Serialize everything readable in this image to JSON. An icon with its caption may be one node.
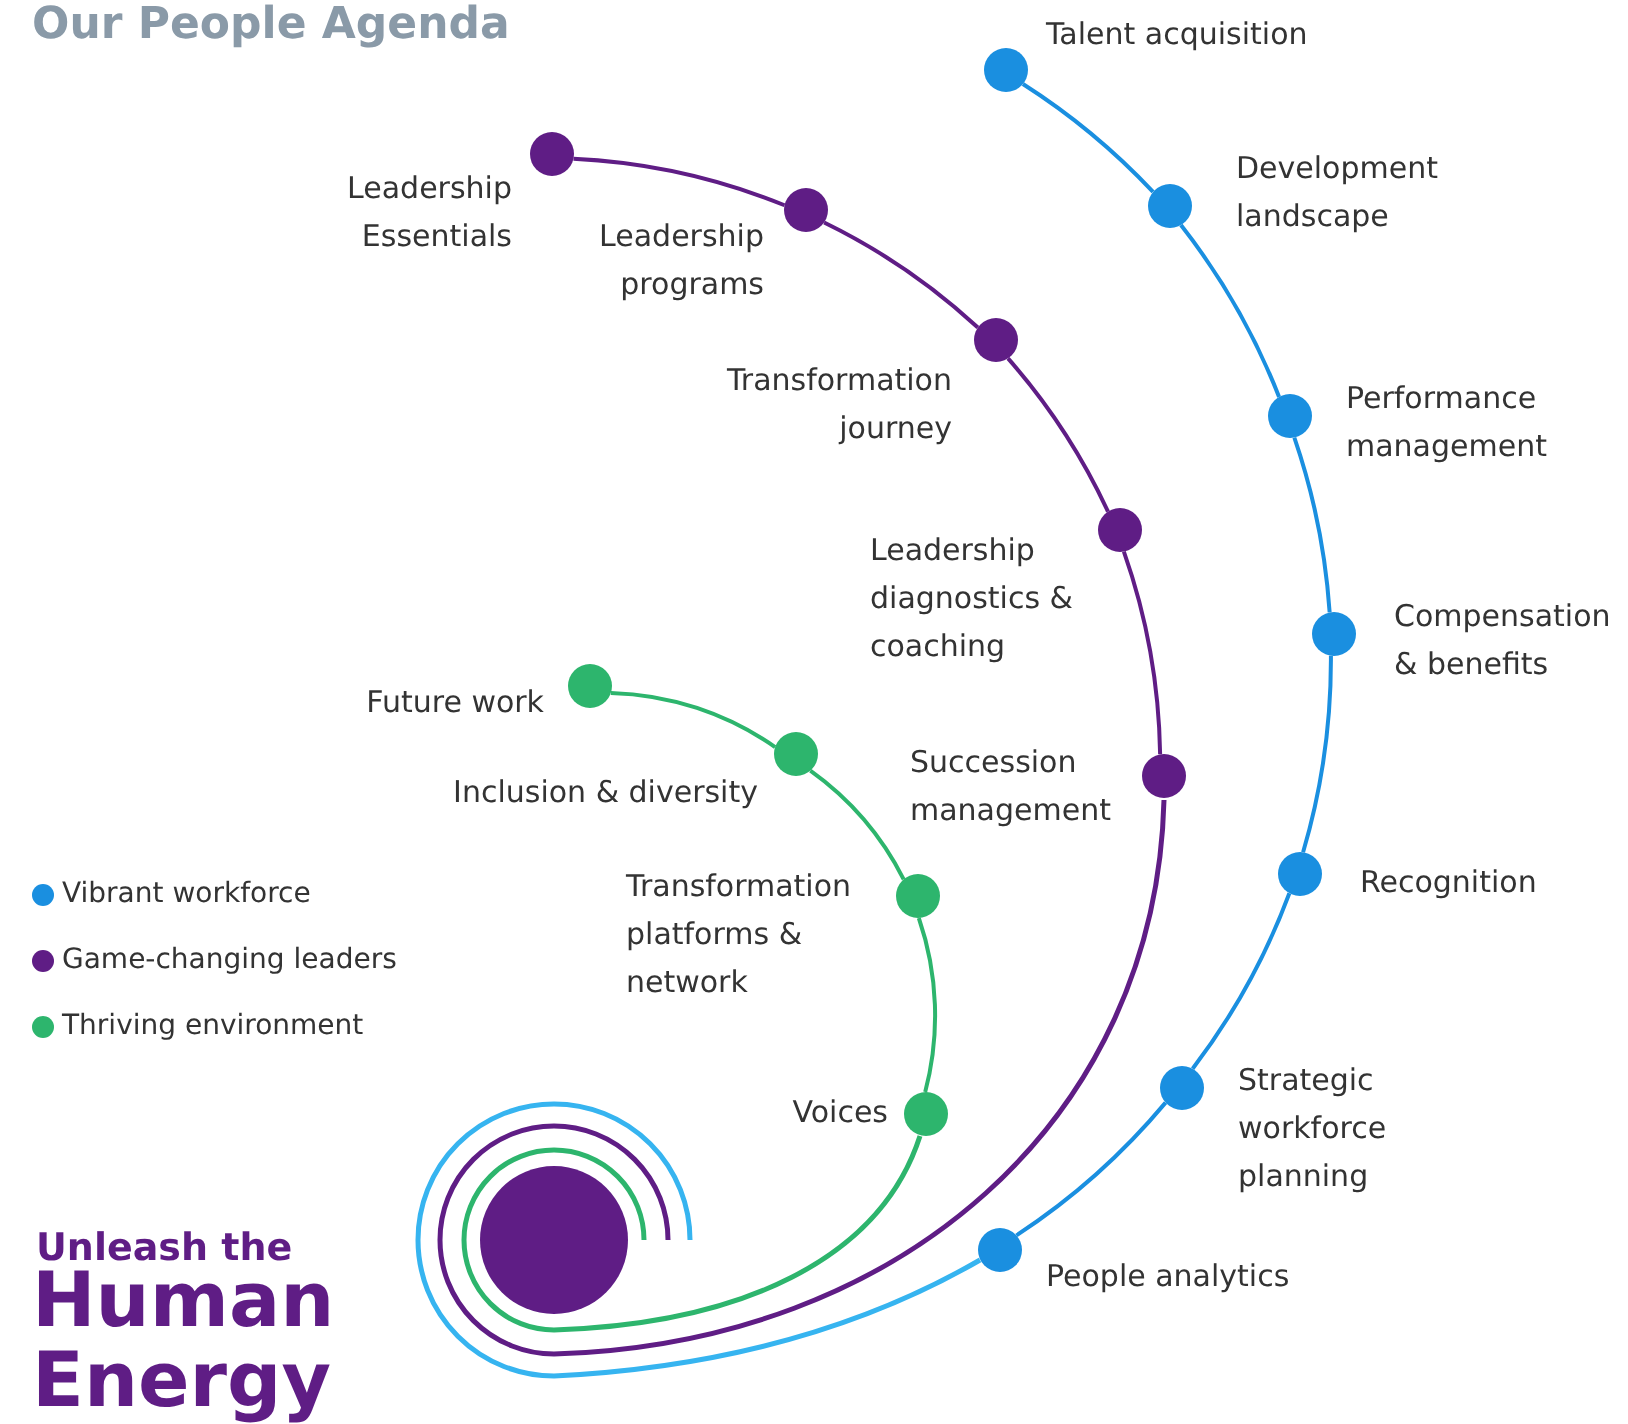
{
  "diagram": {
    "title": "Our People Agenda",
    "nodes": [
      {
        "text": [],
        "shape": "circle",
        "beside": [
          "Talent acquisition"
        ]
      },
      {
        "text": [],
        "shape": "circle",
        "beside": [
          "Development landscape"
        ]
      },
      {
        "text": [],
        "shape": "circle",
        "beside": [
          "Performance management"
        ]
      },
      {
        "text": [],
        "shape": "circle",
        "beside": [
          "Compensation & benefits"
        ]
      },
      {
        "text": [],
        "shape": "circle",
        "beside": [
          "Recognition"
        ]
      },
      {
        "text": [],
        "shape": "circle",
        "beside": [
          "Strategic workforce planning"
        ]
      },
      {
        "text": [],
        "shape": "circle",
        "beside": [
          "People analytics"
        ]
      },
      {
        "text": [],
        "shape": "circle",
        "beside": [
          "Leadership Essentials"
        ]
      },
      {
        "text": [],
        "shape": "circle",
        "beside": [
          "Leadership programs"
        ]
      },
      {
        "text": [],
        "shape": "circle",
        "beside": [
          "Transformation journey"
        ]
      },
      {
        "text": [],
        "shape": "circle",
        "beside": [
          "Leadership diagnostics & coaching"
        ]
      },
      {
        "text": [],
        "shape": "circle",
        "beside": [
          "Succession management"
        ]
      },
      {
        "text": [],
        "shape": "circle",
        "beside": [
          "Future work"
        ]
      },
      {
        "text": [],
        "shape": "circle",
        "beside": [
          "Inclusion & diversity"
        ]
      },
      {
        "text": [],
        "shape": "circle",
        "beside": [
          "Transformation platforms & network"
        ]
      },
      {
        "text": [],
        "shape": "circle",
        "beside": [
          "Voices"
        ]
      }
    ],
    "edges": [
      {
        "from": 0,
        "to": 1,
        "arrow": "none"
      },
      {
        "from": 1,
        "to": 2,
        "arrow": "none"
      },
      {
        "from": 2,
        "to": 3,
        "arrow": "none"
      },
      {
        "from": 3,
        "to": 4,
        "arrow": "none"
      },
      {
        "from": 4,
        "to": 5,
        "arrow": "none"
      },
      {
        "from": 5,
        "to": 6,
        "arrow": "none"
      },
      {
        "from": 7,
        "to": 8,
        "arrow": "none",
        "color": "#5f1d85"
      },
      {
        "from": 8,
        "to": 9,
        "arrow": "none",
        "color": "#5f1d85"
      },
      {
        "from": 9,
        "to": 10,
        "arrow": "none",
        "color": "#5f1d85"
      },
      {
        "from": 10,
        "to": 11,
        "arrow": "none",
        "color": "#5f1d85"
      },
      {
        "from": 12,
        "to": 13,
        "arrow": "none",
        "color": "#2db56d"
      },
      {
        "from": 13,
        "to": 14,
        "arrow": "none",
        "color": "#2db56d"
      },
      {
        "from": 14,
        "to": 15,
        "arrow": "none",
        "color": "#2db56d"
      }
    ],
    "labels": [
      "Unleash the",
      "Human Energy"
    ],
    "legend": [
      {
        "text": "Vibrant workforce",
        "color": "#1a8fe0"
      },
      {
        "text": "Game-changing leaders",
        "color": "#5f1d85"
      },
      {
        "text": "Thriving environment",
        "color": "#2db56d"
      }
    ]
  }
}
